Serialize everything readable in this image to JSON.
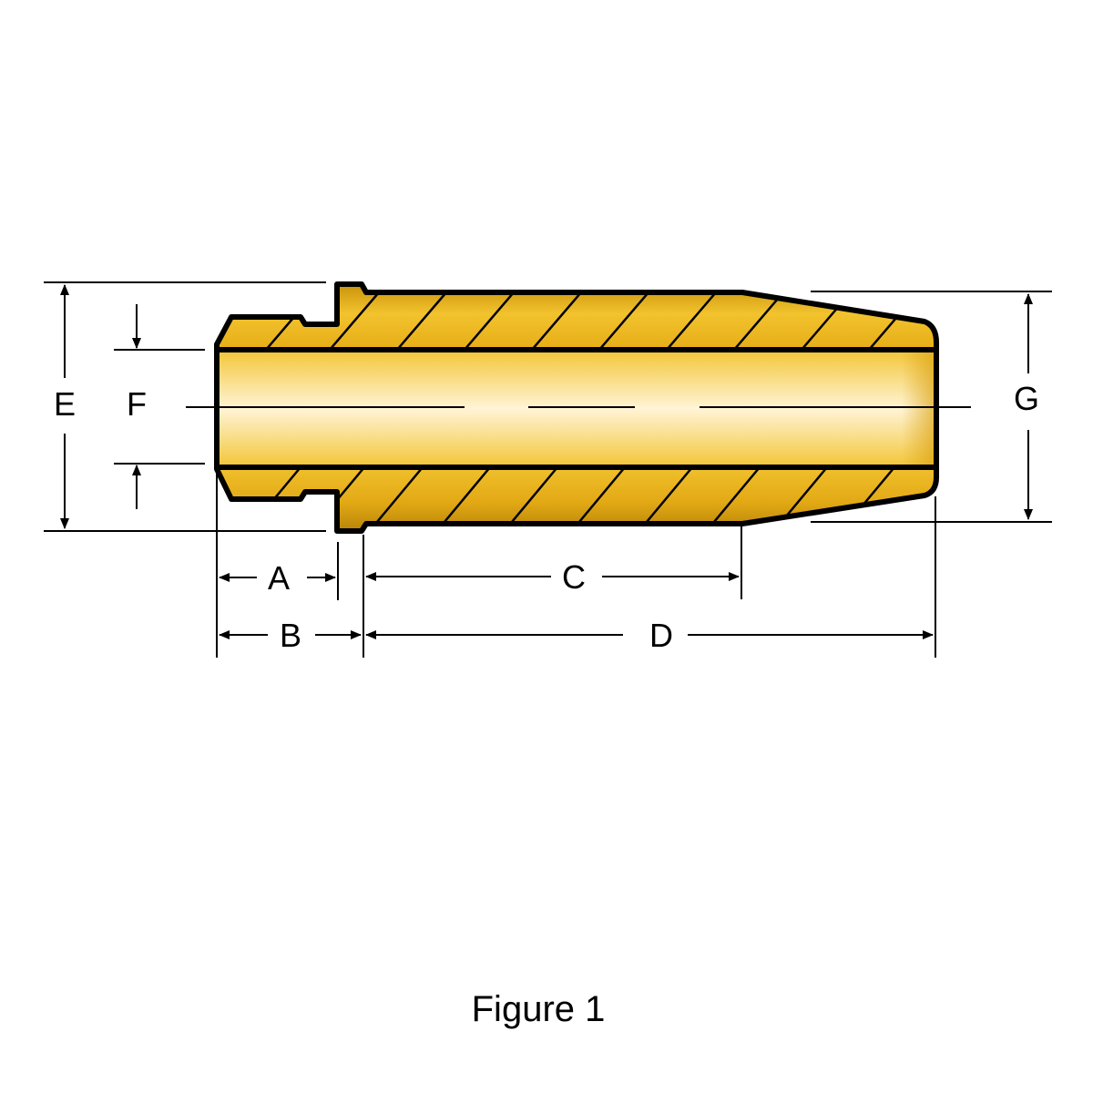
{
  "figure": {
    "caption": "Figure 1",
    "subject": "valve-guide-cross-section"
  },
  "colors": {
    "brass_dark": "#c9930a",
    "brass_mid": "#e8b31e",
    "brass_light": "#f7cf45",
    "bore_highlight": "#fff4d6",
    "outline": "#000000",
    "background": "#ffffff"
  },
  "dimensions": {
    "A": {
      "label": "A",
      "description": "groove start to collar"
    },
    "B": {
      "label": "B",
      "description": "end to collar shoulder"
    },
    "C": {
      "label": "C",
      "description": "collar to taper start"
    },
    "D": {
      "label": "D",
      "description": "collar to end"
    },
    "E": {
      "label": "E",
      "description": "collar outer diameter"
    },
    "F": {
      "label": "F",
      "description": "bore inner diameter"
    },
    "G": {
      "label": "G",
      "description": "taper end outer diameter"
    }
  }
}
